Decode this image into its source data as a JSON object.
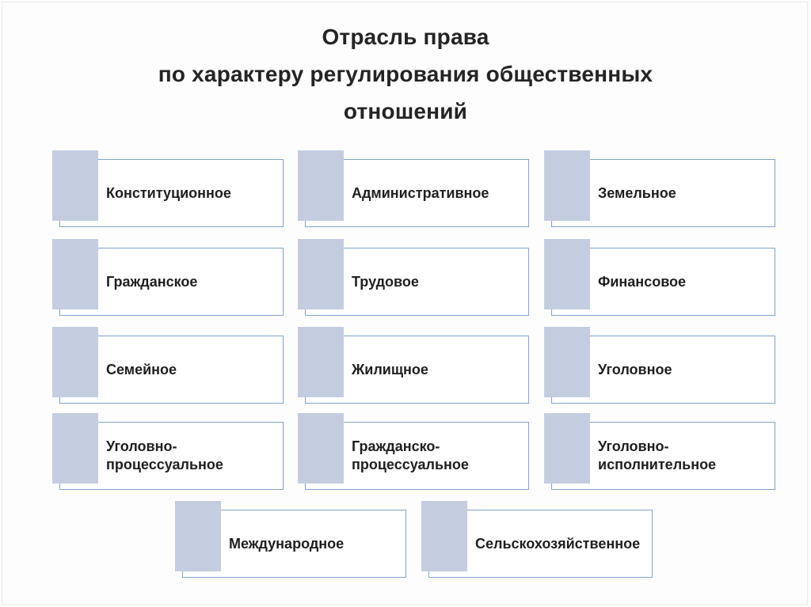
{
  "title": {
    "text": "Отрасль права по характеру регулирования общественных отношений",
    "lines": [
      "Отрасль права",
      "по характеру регулирования общественных",
      "отношений"
    ]
  },
  "colors": {
    "page_bg": "#fdfdfe",
    "page_border": "#e9ebee",
    "title_text": "#242424",
    "accent_rect": "#c4cde0",
    "box_border": "#82a5ce",
    "label_text": "#1f1f1f"
  },
  "diagram": {
    "items": [
      {
        "label": "Конституционное"
      },
      {
        "label": "Административное"
      },
      {
        "label": "Земельное"
      },
      {
        "label": "Гражданское"
      },
      {
        "label": "Трудовое"
      },
      {
        "label": "Финансовое"
      },
      {
        "label": "Семейное"
      },
      {
        "label": "Жилищное"
      },
      {
        "label": "Уголовное"
      },
      {
        "label": "Уголовно-процессуальное"
      },
      {
        "label": "Гражданско-процессуальное"
      },
      {
        "label": "Уголовно-исполнительное"
      },
      {
        "label": "Международное"
      },
      {
        "label": "Сельскохозяйственное"
      }
    ]
  }
}
